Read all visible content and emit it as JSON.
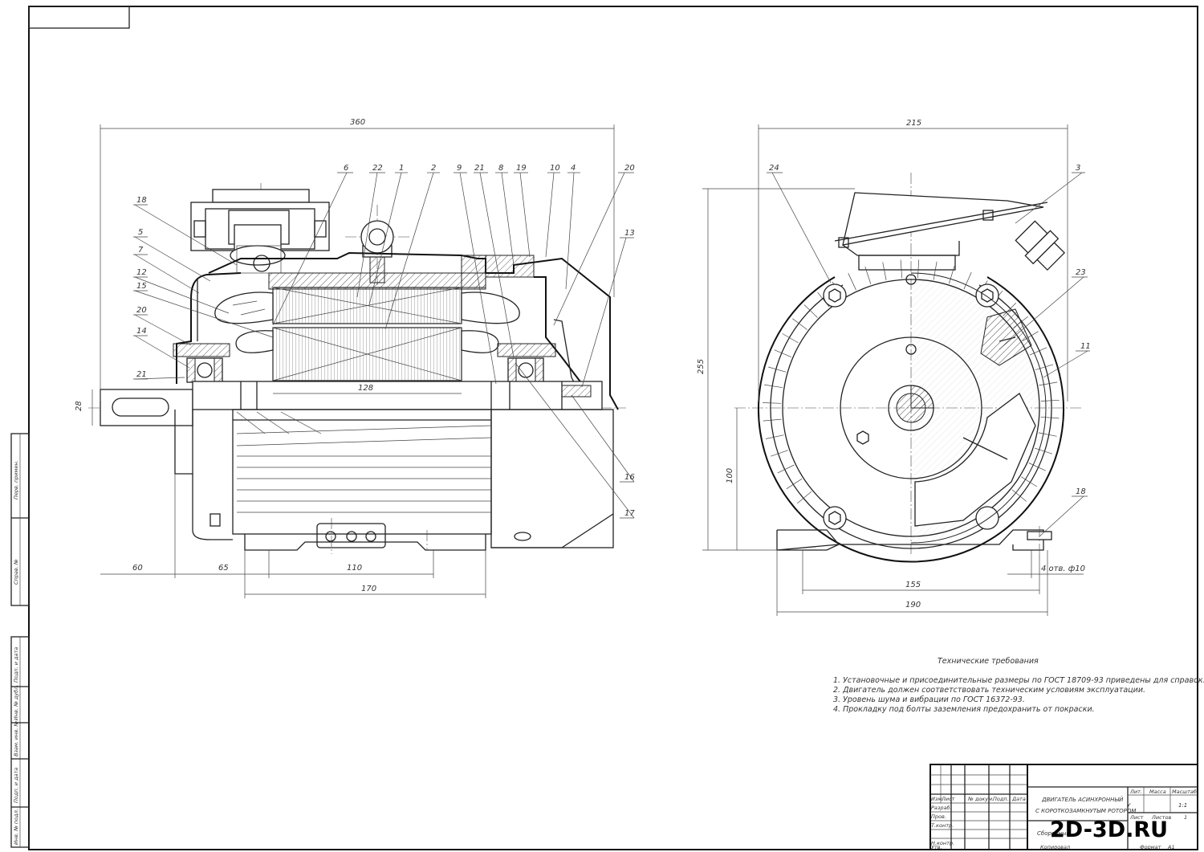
{
  "drawing": {
    "overall_dimensions": {
      "length": "360",
      "width": "215",
      "height": "255",
      "shaft_diameter": "28",
      "shaft_axis_height": "100",
      "stator_length": "128",
      "shaft_extension": "60",
      "flange_offset": "65",
      "foot_hole_spacing": "110",
      "foot_length": "170",
      "foot_hole_width": "155",
      "foot_width": "190",
      "foot_holes": "4 отв. ф10"
    },
    "side_view_callouts": [
      "6",
      "22",
      "1",
      "2",
      "9",
      "21",
      "8",
      "19",
      "10",
      "4",
      "20",
      "13",
      "16",
      "17",
      "18",
      "5",
      "7",
      "12",
      "15",
      "20",
      "14",
      "21"
    ],
    "front_view_callouts": [
      "24",
      "3",
      "23",
      "11",
      "18"
    ]
  },
  "requirements": {
    "title": "Технические требования",
    "items": [
      "1. Установочные и присоединительные размеры по ГОСТ 18709-93 приведены для справок.",
      "2. Двигатель должен соответствовать техническим условиям эксплуатации.",
      "3. Уровень шума и вибрации по ГОСТ 16372-93.",
      "4. Прокладку под болты заземления предохранить от покраски."
    ]
  },
  "title_block": {
    "name_line1": "ДВИГАТЕЛЬ АСИНХРОННЫЙ",
    "name_line2": "С КОРОТКОЗАМКНУТЫМ РОТОРОМ",
    "doc_type": "Сборочный",
    "rows": [
      "Изм.",
      "Лист",
      "№ докум.",
      "Подп.",
      "Дата"
    ],
    "roles": [
      "Разраб.",
      "Пров.",
      "Т.контр.",
      "",
      "Н.контр.",
      "Утв."
    ],
    "lit_header": "Лит.",
    "mass_header": "Масса",
    "scale_header": "Масштаб",
    "lit_value": "У",
    "scale_value": "1:1",
    "sheet_label": "Лист",
    "sheets_label": "Листов",
    "sheets_value": "1",
    "copied": "Копировал",
    "format_label": "Формат",
    "format_value": "А1"
  },
  "side_stamp": [
    "Перв. примен.",
    "Справ. №",
    "Подп. и дата",
    "Инв. № дубл.",
    "Взам. инв. №",
    "Подп. и дата",
    "Инв. № подл."
  ],
  "watermark": "2D-3D.RU"
}
